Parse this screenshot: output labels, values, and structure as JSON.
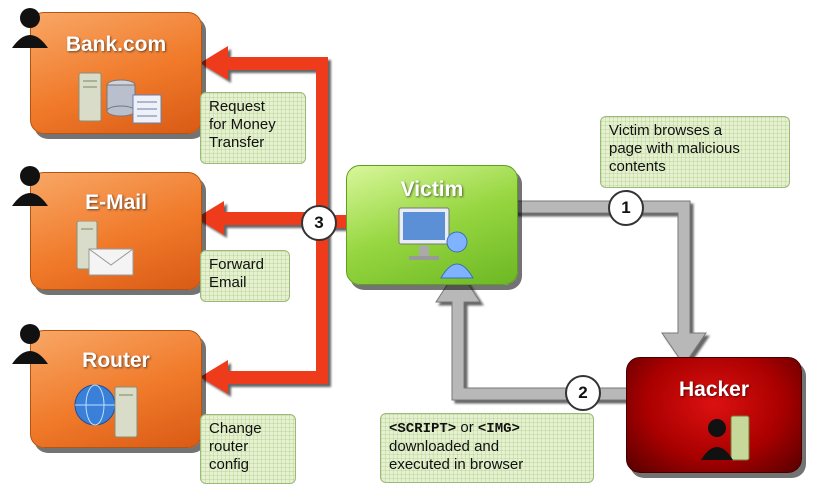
{
  "nodes": {
    "bank": {
      "label": "Bank.com"
    },
    "email": {
      "label": "E-Mail"
    },
    "router": {
      "label": "Router"
    },
    "victim": {
      "label": "Victim"
    },
    "hacker": {
      "label": "Hacker"
    }
  },
  "notes": {
    "money_transfer": [
      "Request",
      "for Money",
      "Transfer"
    ],
    "forward_email": [
      "Forward",
      "Email"
    ],
    "change_router": [
      "Change",
      "router",
      "config"
    ],
    "victim_browses": [
      "Victim browses a",
      "page with malicious",
      "contents"
    ],
    "script_tag": "<SCRIPT>",
    "or_text": " or ",
    "img_tag": "<IMG>",
    "downloaded": [
      "downloaded and",
      "executed in browser"
    ]
  },
  "steps": {
    "one": "1",
    "two": "2",
    "three": "3"
  },
  "colors": {
    "attack_arrow": "#ee3a1f",
    "flow_arrow": "#b8b8b8",
    "orange_box": "#f07a2a",
    "victim_box": "#96d640",
    "hacker_box": "#aa0000",
    "note_bg": "#e6f2cf"
  },
  "icons": [
    "server-icon",
    "database-icon",
    "envelope-icon",
    "globe-icon",
    "monitor-icon",
    "user-icon",
    "person-silhouette-icon"
  ]
}
